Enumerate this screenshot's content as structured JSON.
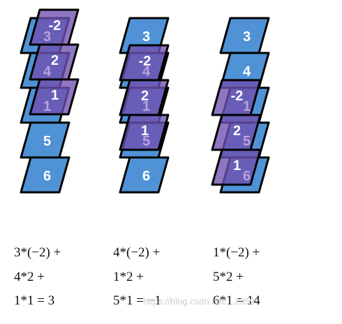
{
  "colors": {
    "blue_cell": "#4f93d6",
    "purple_cell": "#a98bd0",
    "overlap_cell": "#6f4fb0",
    "outline": "#000000",
    "number_white": "#ffffff",
    "number_faded": "#b9a2de"
  },
  "stacks": [
    {
      "blue": [
        "3",
        "4",
        "1",
        "5",
        "6"
      ],
      "purple": [
        "-2",
        "2",
        "1"
      ]
    },
    {
      "blue": [
        "3",
        "4",
        "1",
        "5",
        "6"
      ],
      "purple": [
        "-2",
        "2",
        "1"
      ]
    },
    {
      "blue": [
        "3",
        "4",
        "1",
        "5",
        "6"
      ],
      "purple": [
        "-2",
        "2",
        "1"
      ]
    }
  ],
  "equations": [
    [
      "3*(−2) +",
      "4*2 +",
      "1*1 = 3"
    ],
    [
      "4*(−2) +",
      "1*2 +",
      "5*1 = −1"
    ],
    [
      "1*(−2) +",
      "5*2 +",
      "6*1 = 14"
    ]
  ],
  "watermark": "https://blog.csdn.net/...2059"
}
